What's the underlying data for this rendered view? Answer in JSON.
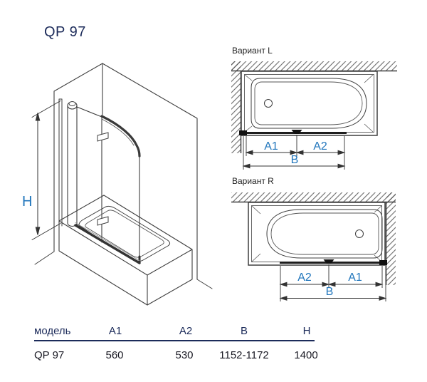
{
  "app": {
    "title": "QP 97"
  },
  "colors": {
    "accent_blue": "#2176bc",
    "navy": "#1c2b5a",
    "line": "#3e3e3e"
  },
  "iso_view": {
    "height_label": "H"
  },
  "variant_l": {
    "title": "Вариант L",
    "dim_a1": "A1",
    "dim_a2": "A2",
    "dim_b": "B"
  },
  "variant_r": {
    "title": "Вариант R",
    "dim_a2": "A2",
    "dim_a1": "A1",
    "dim_b": "B"
  },
  "table": {
    "headers": [
      "модель",
      "A1",
      "A2",
      "B",
      "H"
    ],
    "rows": [
      {
        "model": "QP 97",
        "a1": "560",
        "a2": "530",
        "b": "1152-1172",
        "h": "1400"
      }
    ]
  }
}
